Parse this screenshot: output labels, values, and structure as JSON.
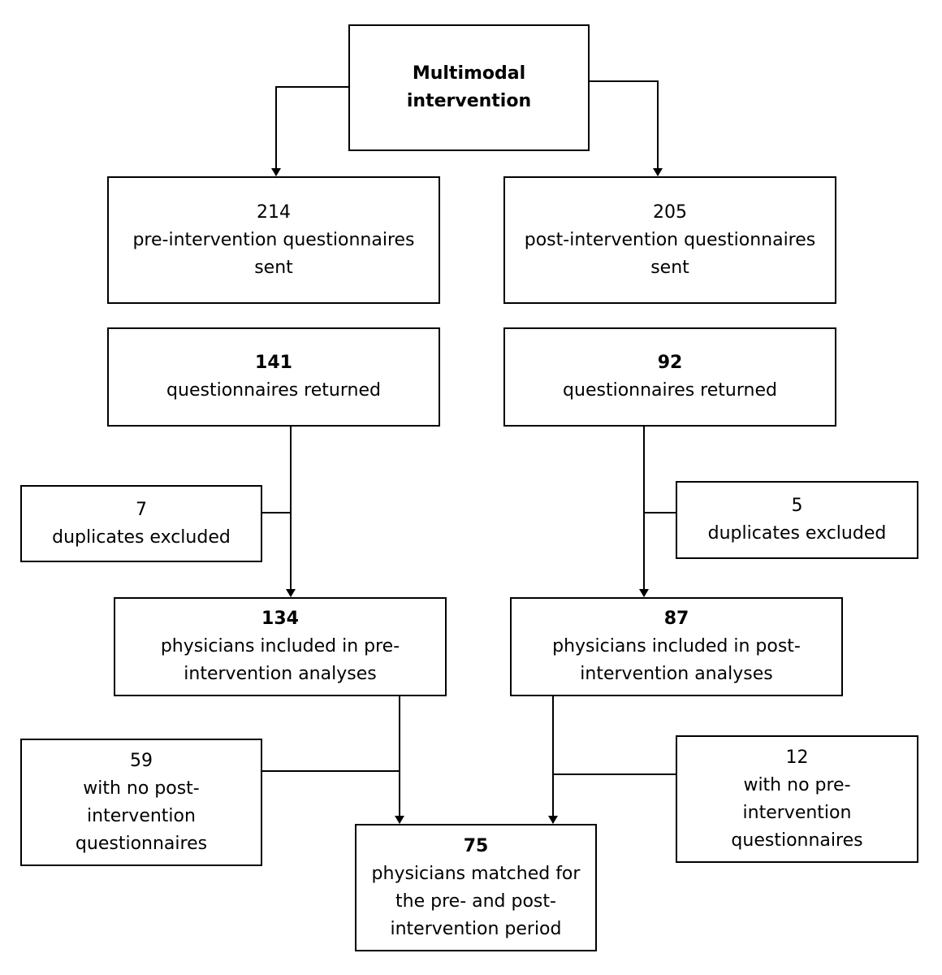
{
  "flowchart": {
    "top": {
      "lines": [
        "Multimodal",
        "intervention"
      ]
    },
    "pre": {
      "sent": {
        "count": "214",
        "lines": [
          "pre-intervention questionnaires",
          "sent"
        ]
      },
      "returned": {
        "count": "141",
        "lines": [
          "questionnaires returned"
        ]
      },
      "excluded": {
        "count": "7",
        "lines": [
          "duplicates excluded"
        ]
      },
      "included": {
        "count": "134",
        "lines": [
          "physicians included in pre-",
          "intervention analyses"
        ]
      },
      "no_match": {
        "count": "59",
        "lines": [
          "with no post-",
          "intervention",
          "questionnaires"
        ]
      }
    },
    "post": {
      "sent": {
        "count": "205",
        "lines": [
          "post-intervention questionnaires",
          "sent"
        ]
      },
      "returned": {
        "count": "92",
        "lines": [
          "questionnaires returned"
        ]
      },
      "excluded": {
        "count": "5",
        "lines": [
          "duplicates excluded"
        ]
      },
      "included": {
        "count": "87",
        "lines": [
          "physicians included in post-",
          "intervention analyses"
        ]
      },
      "no_match": {
        "count": "12",
        "lines": [
          "with no pre-",
          "intervention",
          "questionnaires"
        ]
      }
    },
    "matched": {
      "count": "75",
      "lines": [
        "physicians matched for",
        "the pre- and post-",
        "intervention period"
      ]
    }
  }
}
